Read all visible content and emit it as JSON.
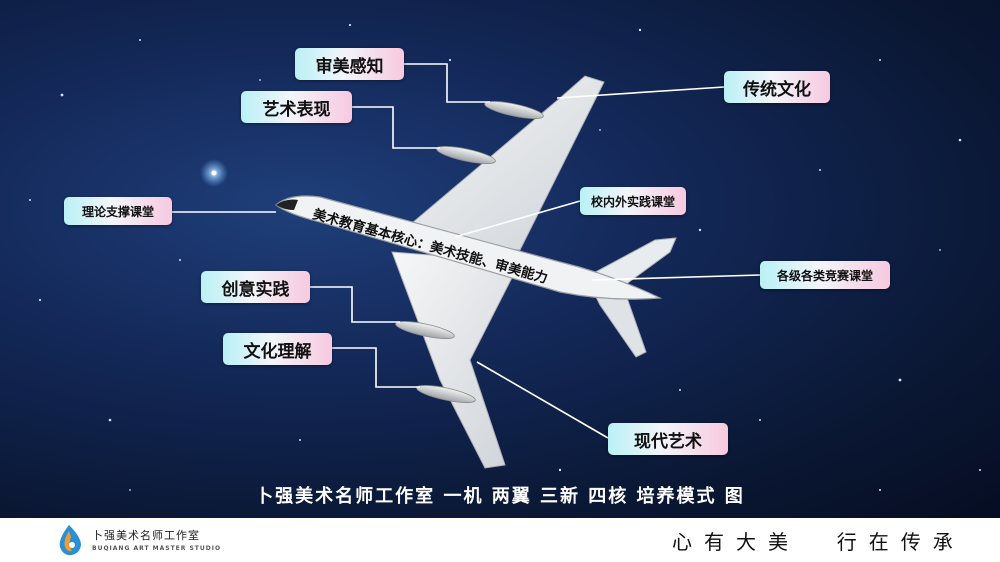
{
  "labels": {
    "aesthetic_perception": "审美感知",
    "artistic_expression": "艺术表现",
    "theory_class": "理论支撑课堂",
    "creative_practice": "创意实践",
    "cultural_understanding": "文化理解",
    "traditional_culture": "传统文化",
    "campus_practice": "校内外实践课堂",
    "competition_class": "各级各类竞赛课堂",
    "modern_art": "现代艺术"
  },
  "fuselage_text": "美术教育基本核心：美术技能、审美能力",
  "bottom_title": "卜强美术名师工作室 一机 两翼 三新 四核 培养模式 图",
  "footer": {
    "studio_name_cn": "卜强美术名师工作室",
    "studio_name_en": "BUQIANG ART MASTER STUDIO",
    "motto": "心有大美  行在传承"
  },
  "colors": {
    "sky": "#14295a",
    "label_left": "#b9f1f5",
    "label_right": "#f7c9df",
    "plane": "#eef0f2",
    "connector": "#ffffff"
  }
}
